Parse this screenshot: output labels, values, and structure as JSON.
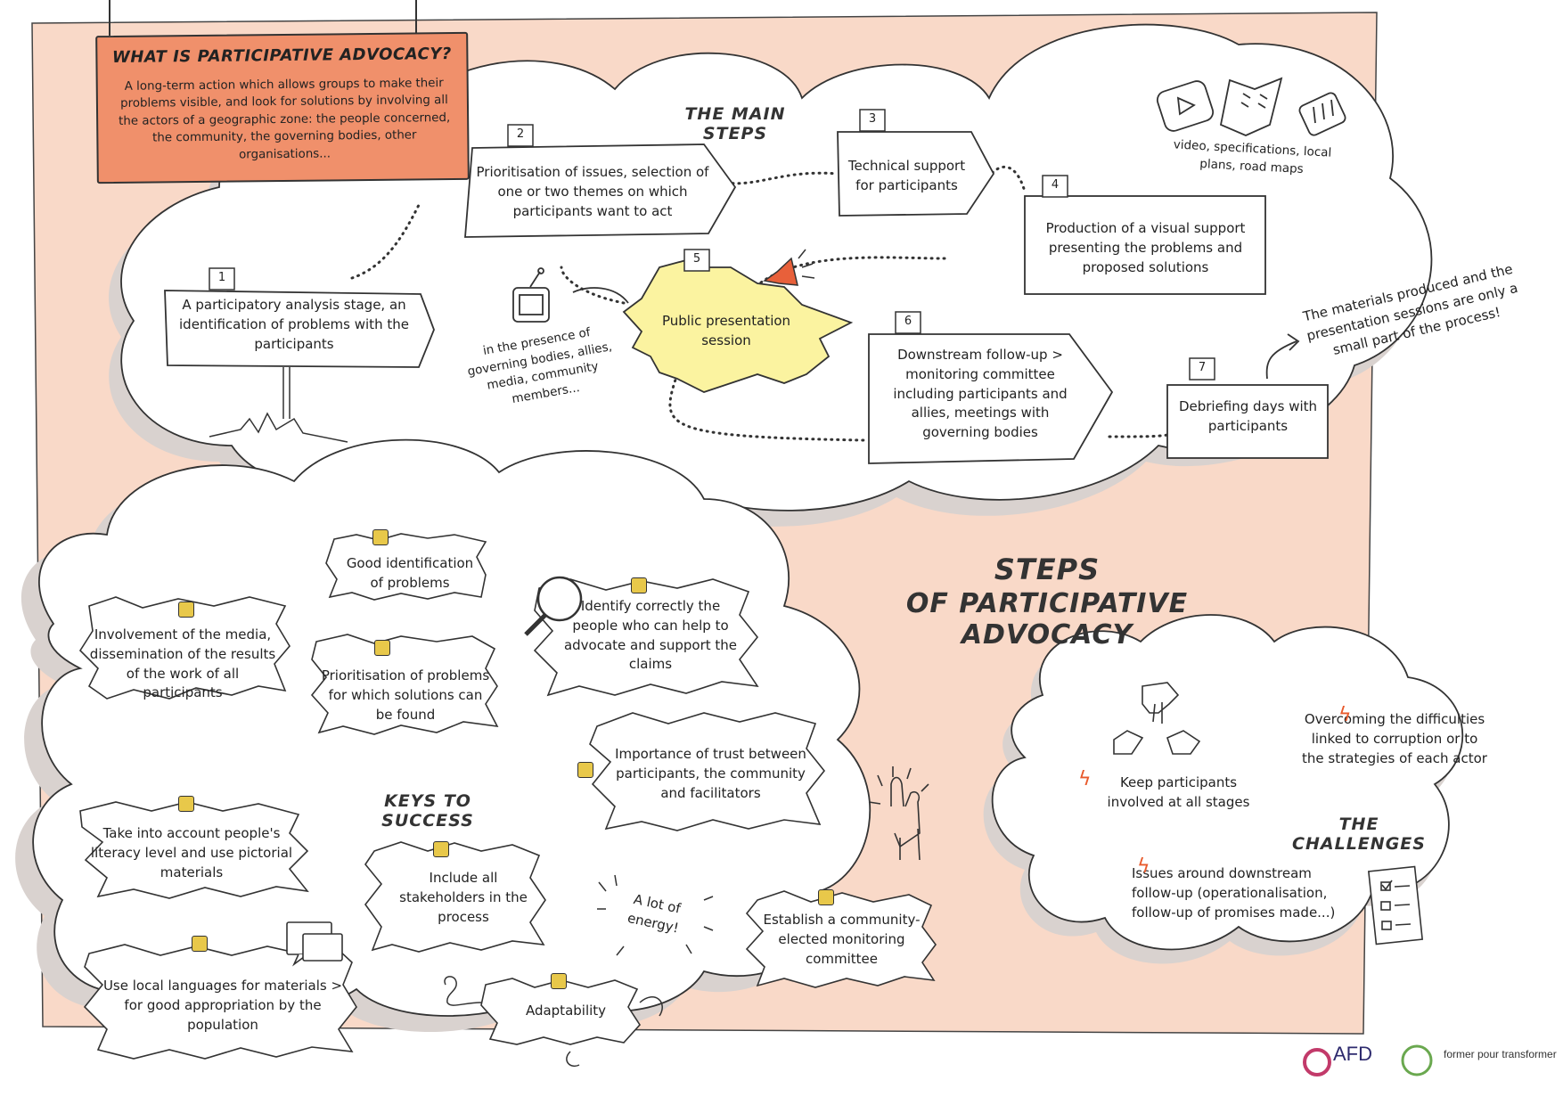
{
  "definition": {
    "title": "WHAT IS PARTICIPATIVE ADVOCACY?",
    "text": "A long-term action which allows groups to make their problems visible, and look for solutions by involving all the actors of a geographic zone: the people concerned, the community, the governing bodies, other organisations..."
  },
  "main_steps": {
    "title": "THE MAIN STEPS",
    "steps": [
      {
        "number": "1",
        "text": "A participatory analysis stage, an identification of problems with the participants"
      },
      {
        "number": "2",
        "text": "Prioritisation of issues, selection of one or two themes on which participants want to act"
      },
      {
        "number": "3",
        "text": "Technical support for participants"
      },
      {
        "number": "4",
        "text": "Production of a visual support presenting the problems and proposed solutions"
      },
      {
        "number": "5",
        "text": "Public presentation session"
      },
      {
        "number": "6",
        "text": "Downstream follow-up > monitoring committee including participants and allies, meetings with governing bodies"
      },
      {
        "number": "7",
        "text": "Debriefing days with participants"
      }
    ],
    "presence_note": "in the presence of governing bodies, allies, media, community members...",
    "support_examples": "video, specifications, local plans, road maps",
    "process_note": "The materials produced and the presentation sessions are only a small part of the process!"
  },
  "center_title": {
    "line1": "STEPS",
    "line2": "OF PARTICIPATIVE ADVOCACY"
  },
  "keys": {
    "title": "KEYS TO SUCCESS",
    "items": [
      "Good identification of problems",
      "Involvement of the media, dissemination of the results of the work of all participants",
      "Prioritisation of problems for which solutions can be found",
      "Identify correctly the people who can help to advocate and support the claims",
      "Importance of trust between participants, the community and facilitators",
      "Take into account people's literacy level and use pictorial materials",
      "Include all stakeholders in the process",
      "Establish a community-elected monitoring committee",
      "Use local languages for materials > for good appropriation by the population",
      "Adaptability"
    ],
    "energy": "A lot of energy!"
  },
  "challenges": {
    "title": "THE CHALLENGES",
    "items": [
      "Overcoming the difficulties linked to corruption or to the strategies of each actor",
      "Keep participants involved at all stages",
      "Issues around downstream follow-up (operationalisation, follow-up of promises made...)"
    ]
  },
  "logos": {
    "afd": "AFD",
    "ft": "former pour transformer"
  },
  "icons": [
    "thumbs-up-icon",
    "lightning-icon",
    "megaphone-icon",
    "tv-icon",
    "video-icon",
    "document-icon",
    "magnifier-icon",
    "raised-hands-icon",
    "speech-bubbles-icon",
    "handshake-icon",
    "checklist-icon"
  ],
  "colors": {
    "background": "#f9d9c8",
    "definition_box": "#f0906b",
    "public_session": "#fbf3a0",
    "thumb": "#e8c84a",
    "lightning": "#e85a2c"
  }
}
